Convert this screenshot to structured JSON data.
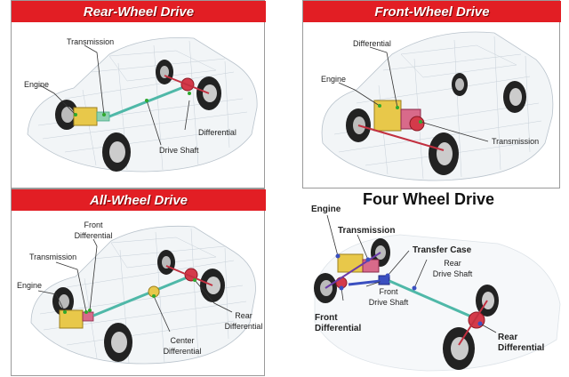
{
  "panels": {
    "rear_wheel": {
      "title": "Rear-Wheel Drive",
      "labels": {
        "transmission": "Transmission",
        "engine": "Engine",
        "differential": "Differential",
        "drive_shaft": "Drive Shaft"
      }
    },
    "front_wheel": {
      "title": "Front-Wheel Drive",
      "labels": {
        "differential": "Differential",
        "engine": "Engine",
        "transmission": "Transmission"
      }
    },
    "all_wheel": {
      "title": "All-Wheel Drive",
      "labels": {
        "front_differential_1": "Front",
        "front_differential_2": "Differential",
        "transmission": "Transmission",
        "engine": "Engine",
        "center_differential_1": "Center",
        "center_differential_2": "Differential",
        "rear_differential_1": "Rear",
        "rear_differential_2": "Differential"
      }
    },
    "four_wheel": {
      "title": "Four Wheel Drive",
      "labels": {
        "engine": "Engine",
        "transmission": "Transmission",
        "transfer_case": "Transfer Case",
        "rear_drive_shaft_1": "Rear",
        "rear_drive_shaft_2": "Drive Shaft",
        "front_drive_shaft_1": "Front",
        "front_drive_shaft_2": "Drive Shaft",
        "front_differential_1": "Front",
        "front_differential_2": "Differential",
        "rear_differential_1": "Rear",
        "rear_differential_2": "Differential"
      }
    }
  },
  "colors": {
    "banner_red": "#e21e24",
    "car_wire": "#b9c3cc",
    "engine_yellow": "#e8c84a",
    "differential_red": "#d43a4a",
    "shaft_teal": "#4fb8a8",
    "leader_green": "#2ea82e",
    "transfer_blue": "#3a4fc0"
  }
}
